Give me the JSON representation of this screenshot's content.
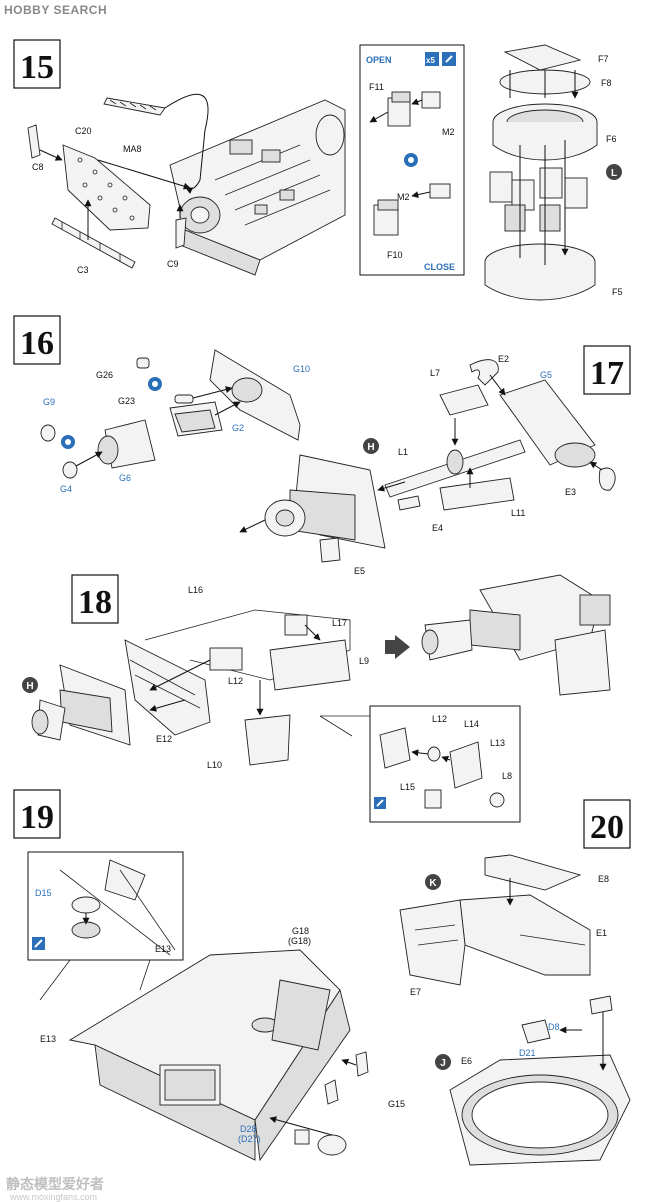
{
  "header": {
    "logo_text": "HOBBY SEARCH"
  },
  "watermark": {
    "cn_text": "静态模型爱好者",
    "url": "www.moxingfans.com"
  },
  "steps": {
    "s15": {
      "number": "15",
      "labels": {
        "c20": "C20",
        "c8": "C8",
        "ma8": "MA8",
        "c3": "C3",
        "c9": "C9"
      },
      "inset": {
        "open": "OPEN",
        "close": "CLOSE",
        "x5": "x5",
        "f11": "F11",
        "m2a": "M2",
        "m2b": "M2",
        "f10": "F10"
      },
      "right": {
        "f7": "F7",
        "f8": "F8",
        "f6": "F6",
        "f5": "F5",
        "marker": "L"
      }
    },
    "s16": {
      "number": "16",
      "labels": {
        "g26": "G26",
        "g23": "G23",
        "g10": "G10",
        "g9": "G9",
        "g2": "G2",
        "g6": "G6",
        "g4": "G4"
      }
    },
    "s17": {
      "number": "17",
      "labels": {
        "e2": "E2",
        "l7": "L7",
        "g5": "G5",
        "l1": "L1",
        "e3": "E3",
        "l11": "L11",
        "e4": "E4",
        "e5": "E5",
        "marker": "H"
      }
    },
    "s18": {
      "number": "18",
      "labels": {
        "l16": "L16",
        "l17": "L17",
        "l9": "L9",
        "l12": "L12",
        "e12": "E12",
        "l10": "L10",
        "marker": "H"
      },
      "inset": {
        "l12": "L12",
        "l14": "L14",
        "l13": "L13",
        "l15": "L15",
        "l8": "L8"
      }
    },
    "s19": {
      "number": "19",
      "inset": {
        "d15": "D15",
        "e13": "E13"
      },
      "labels": {
        "g18": "G18",
        "g18p": "(G18)",
        "e13": "E13",
        "g15": "G15",
        "d28": "D28",
        "d27": "(D27)"
      }
    },
    "s20": {
      "number": "20",
      "labels": {
        "e8": "E8",
        "e1": "E1",
        "e7": "E7",
        "d8": "D8",
        "d21": "D21",
        "e6": "E6",
        "marker_k": "K",
        "marker_j": "J"
      }
    }
  }
}
